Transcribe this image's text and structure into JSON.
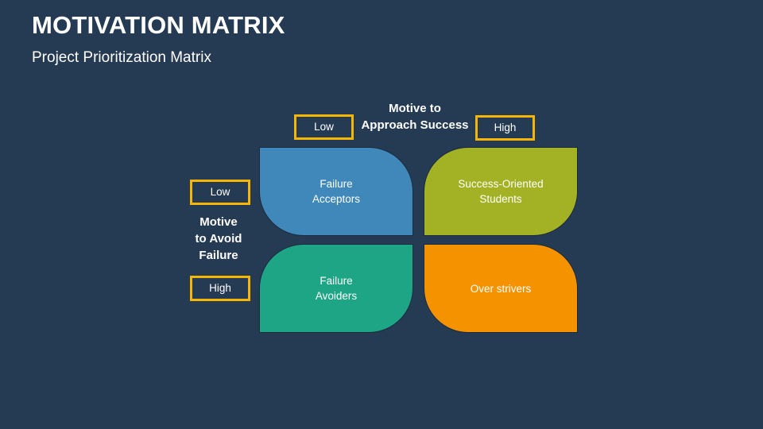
{
  "header": {
    "title": "MOTIVATION MATRIX",
    "subtitle": "Project Prioritization Matrix"
  },
  "axes": {
    "top": {
      "label": "Motive to\nApproach Success",
      "low": "Low",
      "high": "High"
    },
    "left": {
      "label": "Motive\nto Avoid\nFailure",
      "low": "Low",
      "high": "High"
    }
  },
  "quadrants": [
    {
      "label": "Failure\nAcceptors",
      "color": "#3f88b9"
    },
    {
      "label": "Success-Oriented\nStudents",
      "color": "#a2b224"
    },
    {
      "label": "Failure\nAvoiders",
      "color": "#1ea585"
    },
    {
      "label": "Over strivers",
      "color": "#f59200"
    }
  ],
  "colors": {
    "background": "#253a53",
    "tag_border": "#f5b500",
    "text": "#ffffff"
  }
}
